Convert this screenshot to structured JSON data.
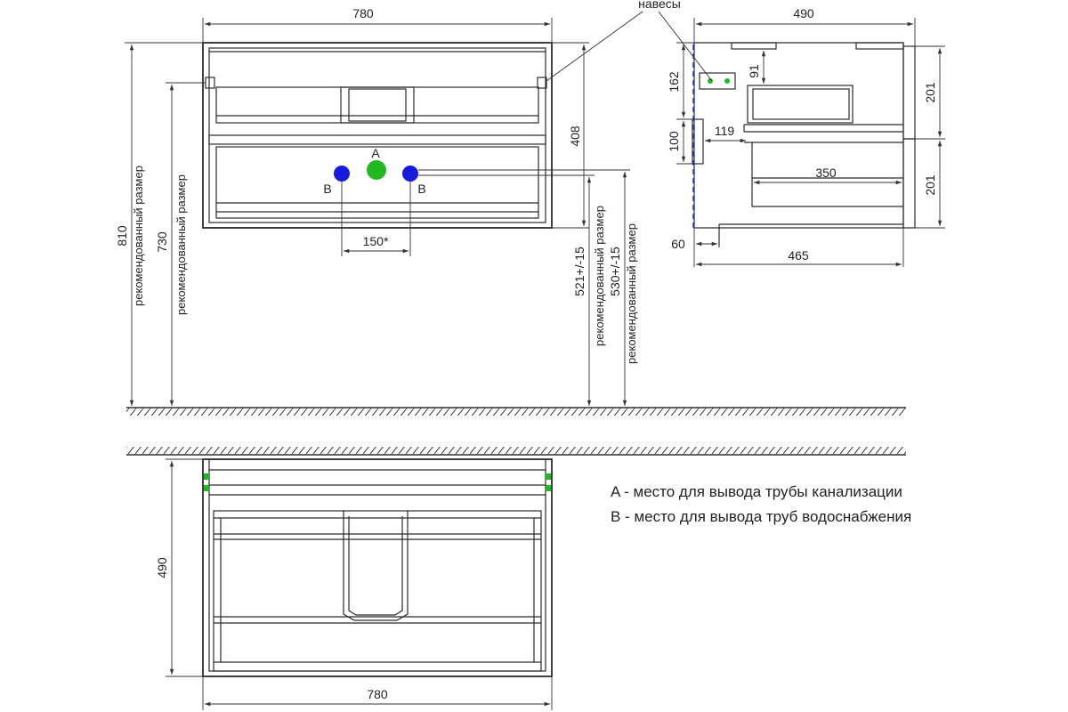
{
  "front_view": {
    "width_label": "780",
    "height_810_label": "810",
    "height_810_note": "рекомендованный размер",
    "height_730_label": "730",
    "height_730_note": "рекомендованный размер",
    "cabinet_height_label": "408",
    "pipe_a_label": "A",
    "pipe_b_left_label": "B",
    "pipe_b_right_label": "B",
    "pipe_spacing_label": "150*",
    "pipe_b_height_label": "521+/-15",
    "pipe_b_height_note": "рекомендованный размер",
    "pipe_a_height_label": "530+/-15",
    "pipe_a_height_note": "рекомендованный размер"
  },
  "side_view": {
    "hangers_label": "навесы",
    "depth_label": "490",
    "dim_162": "162",
    "dim_91": "91",
    "dim_201_top": "201",
    "dim_201_bottom": "201",
    "dim_100": "100",
    "dim_119": "119",
    "dim_350": "350",
    "dim_60": "60",
    "dim_465": "465"
  },
  "top_view": {
    "depth_label": "490",
    "width_label": "780"
  },
  "legend": {
    "a_text": "A - место для вывода трубы канализации",
    "b_text": "B - место для вывода труб водоснабжения"
  },
  "colors": {
    "line": "#2b2b2b",
    "dim_line": "#333333",
    "sewer_pipe": "#22b822",
    "water_pipe": "#1a1adb",
    "hanger_marker": "#22b822",
    "wall_dashed": "#1a3ad9"
  }
}
